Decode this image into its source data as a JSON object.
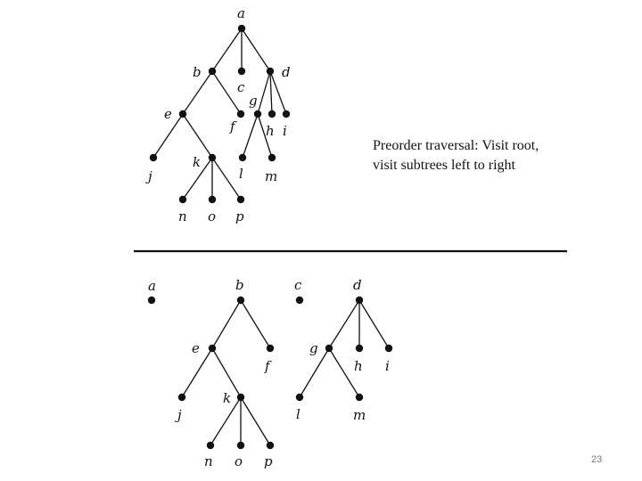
{
  "caption": {
    "line1": "Preorder traversal:  Visit root,",
    "line2": "visit subtrees left to right"
  },
  "page_number": "23",
  "colors": {
    "ink": "#111111",
    "background": "#ffffff",
    "page_number": "#777777"
  },
  "top_tree": {
    "nodes": [
      {
        "id": "a",
        "label": "a"
      },
      {
        "id": "b",
        "label": "b"
      },
      {
        "id": "c",
        "label": "c"
      },
      {
        "id": "d",
        "label": "d"
      },
      {
        "id": "e",
        "label": "e"
      },
      {
        "id": "f",
        "label": "f"
      },
      {
        "id": "g",
        "label": "g"
      },
      {
        "id": "h",
        "label": "h"
      },
      {
        "id": "i",
        "label": "i"
      },
      {
        "id": "j",
        "label": "j"
      },
      {
        "id": "k",
        "label": "k"
      },
      {
        "id": "l",
        "label": "l"
      },
      {
        "id": "m",
        "label": "m"
      },
      {
        "id": "n",
        "label": "n"
      },
      {
        "id": "o",
        "label": "o"
      },
      {
        "id": "p",
        "label": "p"
      }
    ],
    "edges": [
      [
        "a",
        "b"
      ],
      [
        "a",
        "c"
      ],
      [
        "a",
        "d"
      ],
      [
        "b",
        "e"
      ],
      [
        "b",
        "f"
      ],
      [
        "d",
        "g"
      ],
      [
        "d",
        "h"
      ],
      [
        "d",
        "i"
      ],
      [
        "e",
        "j"
      ],
      [
        "e",
        "k"
      ],
      [
        "g",
        "l"
      ],
      [
        "g",
        "m"
      ],
      [
        "k",
        "n"
      ],
      [
        "k",
        "o"
      ],
      [
        "k",
        "p"
      ]
    ]
  },
  "bottom_forest": {
    "nodes": [
      {
        "id": "a",
        "label": "a"
      },
      {
        "id": "b",
        "label": "b"
      },
      {
        "id": "c",
        "label": "c"
      },
      {
        "id": "d",
        "label": "d"
      },
      {
        "id": "e",
        "label": "e"
      },
      {
        "id": "f",
        "label": "f"
      },
      {
        "id": "g",
        "label": "g"
      },
      {
        "id": "h",
        "label": "h"
      },
      {
        "id": "i",
        "label": "i"
      },
      {
        "id": "j",
        "label": "j"
      },
      {
        "id": "k",
        "label": "k"
      },
      {
        "id": "l",
        "label": "l"
      },
      {
        "id": "m",
        "label": "m"
      },
      {
        "id": "n",
        "label": "n"
      },
      {
        "id": "o",
        "label": "o"
      },
      {
        "id": "p",
        "label": "p"
      }
    ],
    "edges": [
      [
        "b",
        "e"
      ],
      [
        "b",
        "f"
      ],
      [
        "d",
        "g"
      ],
      [
        "d",
        "h"
      ],
      [
        "d",
        "i"
      ],
      [
        "e",
        "j"
      ],
      [
        "e",
        "k"
      ],
      [
        "g",
        "l"
      ],
      [
        "g",
        "m"
      ],
      [
        "k",
        "n"
      ],
      [
        "k",
        "o"
      ],
      [
        "k",
        "p"
      ]
    ]
  }
}
